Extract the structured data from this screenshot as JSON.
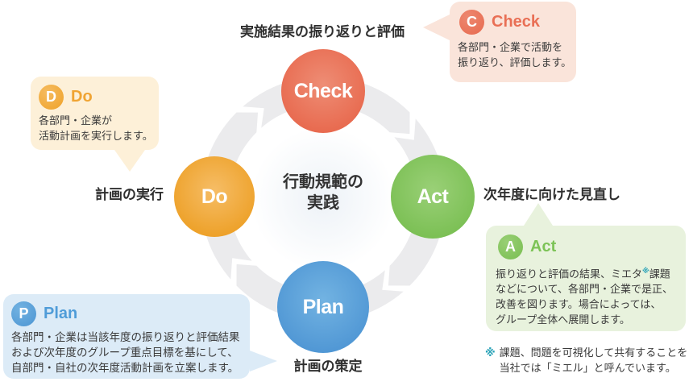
{
  "cycle": {
    "center": {
      "line1": "行動規範の",
      "line2": "実践"
    },
    "phases": [
      {
        "key": "check",
        "circle_label": "Check",
        "outer_label": "実施結果の振り返りと評価"
      },
      {
        "key": "act",
        "circle_label": "Act",
        "outer_label": "次年度に向けた見直し"
      },
      {
        "key": "plan",
        "circle_label": "Plan",
        "outer_label": "計画の策定"
      },
      {
        "key": "do",
        "circle_label": "Do",
        "outer_label": "計画の実行"
      }
    ]
  },
  "callouts": {
    "check": {
      "initial": "C",
      "title": "Check",
      "lines": [
        "各部門・企業で活動を",
        "振り返り、評価します。"
      ]
    },
    "do": {
      "initial": "D",
      "title": "Do",
      "lines": [
        "各部門・企業が",
        "活動計画を実行します。"
      ]
    },
    "act": {
      "initial": "A",
      "title": "Act",
      "body_line1_pre": "振り返りと評価の結果、ミエタ",
      "body_line1_sup": "※",
      "body_line1_post": "課題",
      "body_line2": "などについて、各部門・企業で是正、",
      "body_line3": "改善を図ります。場合によっては、",
      "body_line4": "グループ全体へ展開します。"
    },
    "plan": {
      "initial": "P",
      "title": "Plan",
      "lines": [
        "各部門・企業は当該年度の振り返りと評価結果",
        "および次年度のグループ重点目標を基にして、",
        "自部門・自社の次年度活動計画を立案します。"
      ]
    }
  },
  "footnote": {
    "marker": "※",
    "lines": [
      "課題、問題を可視化して共有することを",
      "当社では「ミエル」と呼んでいます。"
    ]
  },
  "colors": {
    "check": "#e96f55",
    "do": "#f0a433",
    "act": "#7cc356",
    "plan": "#4f9cd8",
    "check_bg": "#fae4da",
    "do_bg": "#fdf0d8",
    "act_bg": "#e8f2dd",
    "plan_bg": "#dcebf7",
    "ring": "#ebebed",
    "text": "#3a3a3a",
    "footnote_marker": "#2aa3b8"
  }
}
